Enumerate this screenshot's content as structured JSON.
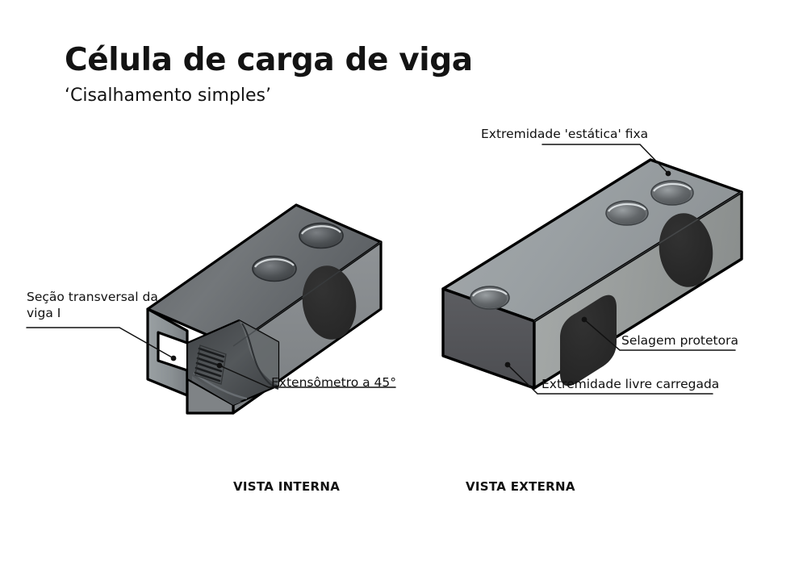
{
  "document": {
    "title": "Célula de carga de viga",
    "subtitle": "‘Cisalhamento simples’",
    "background_color": "#ffffff",
    "text_color": "#111111"
  },
  "captions": {
    "internal": "VISTA INTERNA",
    "external": "VISTA EXTERNA"
  },
  "callouts": {
    "cross_section": "Seção transversal da viga I",
    "strain_gauge": "Extensômetro a 45°",
    "static_end": "Extremidade 'estática' fixa",
    "protective_seal": "Selagem protetora",
    "loaded_free_end": "Extremidade livre carregada"
  },
  "icons": {
    "leader_dot": "leader-dot-marker",
    "strain_gauge_pattern": "strain-gauge-hatch",
    "mounting_hole": "counterbored-hole",
    "seal_patch": "dark-seal-ellipse"
  },
  "views": {
    "internal": {
      "name": "cutaway-beam-load-cell",
      "description": "Isometric beam load cell with I-beam cross-section cutaway revealing internal cavity and strain gauge",
      "top_face_color": "#6e7275",
      "front_face_color": "#7c8083",
      "end_face_color": "#8d9194",
      "cavity_color": "#4a4d50",
      "seal_color": "#2b2b2b",
      "outline_color": "#000000",
      "hole_count": 2,
      "seal_count": 1
    },
    "external": {
      "name": "solid-beam-load-cell",
      "description": "Isometric beam load cell shown solid from the outside with protective seals",
      "top_face_color": "#9ba0a3",
      "front_face_color": "#9a9e9d",
      "end_face_color": "#55565a",
      "seal_color": "#2b2b2b",
      "outline_color": "#000000",
      "hole_count": 3,
      "seal_count": 2
    }
  },
  "annotations": {
    "leader_line_color": "#111111",
    "leader_line_width": 1.4,
    "dot_radius": 3.4
  }
}
